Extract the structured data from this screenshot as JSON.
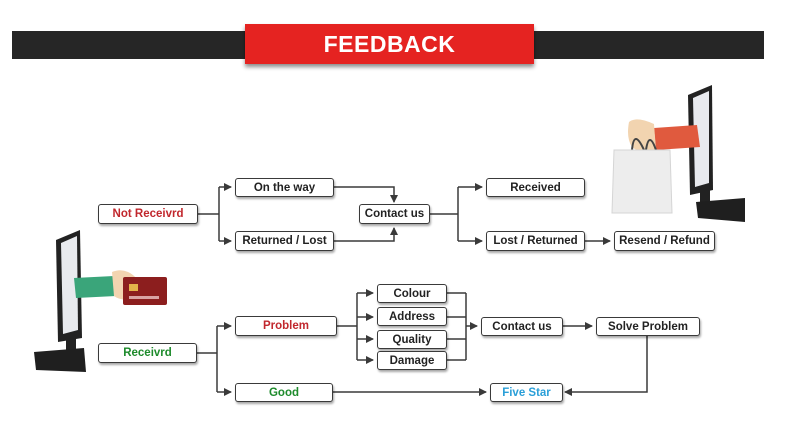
{
  "header": {
    "title": "FEEDBACK"
  },
  "colors": {
    "banner_red": "#e52321",
    "banner_dark": "#262626",
    "not_received": "#c1272d",
    "problem": "#c1272d",
    "received_good": "#1e8b2c",
    "five_star": "#2a9fd8",
    "line": "#3a3a3a"
  },
  "nodes": {
    "not_received": "Not Receivrd",
    "on_the_way": "On the way",
    "returned_lost": "Returned / Lost",
    "contact_us_top": "Contact us",
    "received": "Received",
    "lost_returned": "Lost / Returned",
    "resend_refund": "Resend / Refund",
    "receivrd": "Receivrd",
    "problem": "Problem",
    "good": "Good",
    "colour": "Colour",
    "address": "Address",
    "quality": "Quality",
    "damage": "Damage",
    "contact_us_bottom": "Contact us",
    "solve_problem": "Solve Problem",
    "five_star": "Five Star"
  },
  "illustrations": {
    "left_top": [
      "monitor-icon",
      "hand-icon",
      "credit-card-icon"
    ],
    "left_bottom": [
      "monitor-icon"
    ],
    "right_top": [
      "monitor-icon",
      "hand-icon",
      "shopping-bag-icon"
    ]
  }
}
